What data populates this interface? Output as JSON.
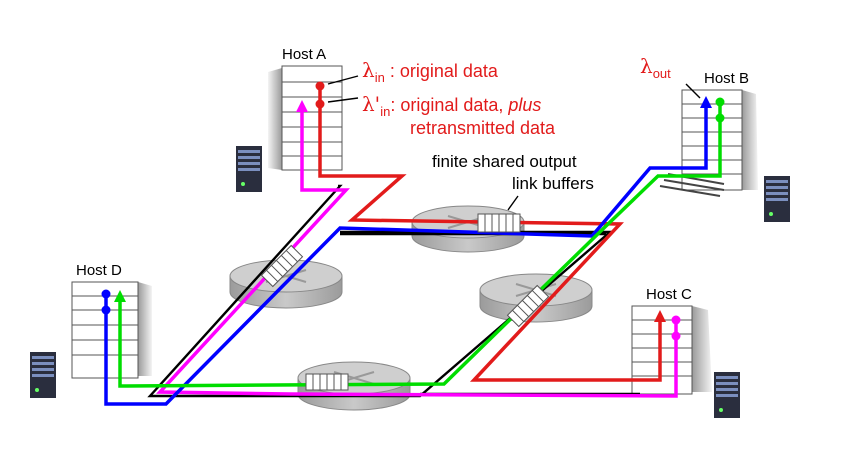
{
  "hosts": {
    "a": "Host A",
    "b": "Host B",
    "c": "Host C",
    "d": "Host D"
  },
  "annotations": {
    "lambda_in": {
      "symbol": "λ",
      "sub": "in",
      "text": ": original data"
    },
    "lambda_in_prime": {
      "symbol": "λ'",
      "sub": "in",
      "text": ": original data, ",
      "italic": "plus",
      "line2": "retransmitted data"
    },
    "lambda_out": {
      "symbol": "λ",
      "sub": "out"
    },
    "buffers": {
      "line1": "finite shared output",
      "line2": "link buffers"
    }
  },
  "colors": {
    "flow_a_to_c": "#ff00ff",
    "flow_d_to_b": "#00dd00",
    "flow_d_to_a_b": "#0000ff",
    "flow_a_to_c_red": "#e21b1b",
    "annotation": "#e21b1b",
    "router_top": "#c8c8c8",
    "router_side": "#a0a0a0"
  }
}
